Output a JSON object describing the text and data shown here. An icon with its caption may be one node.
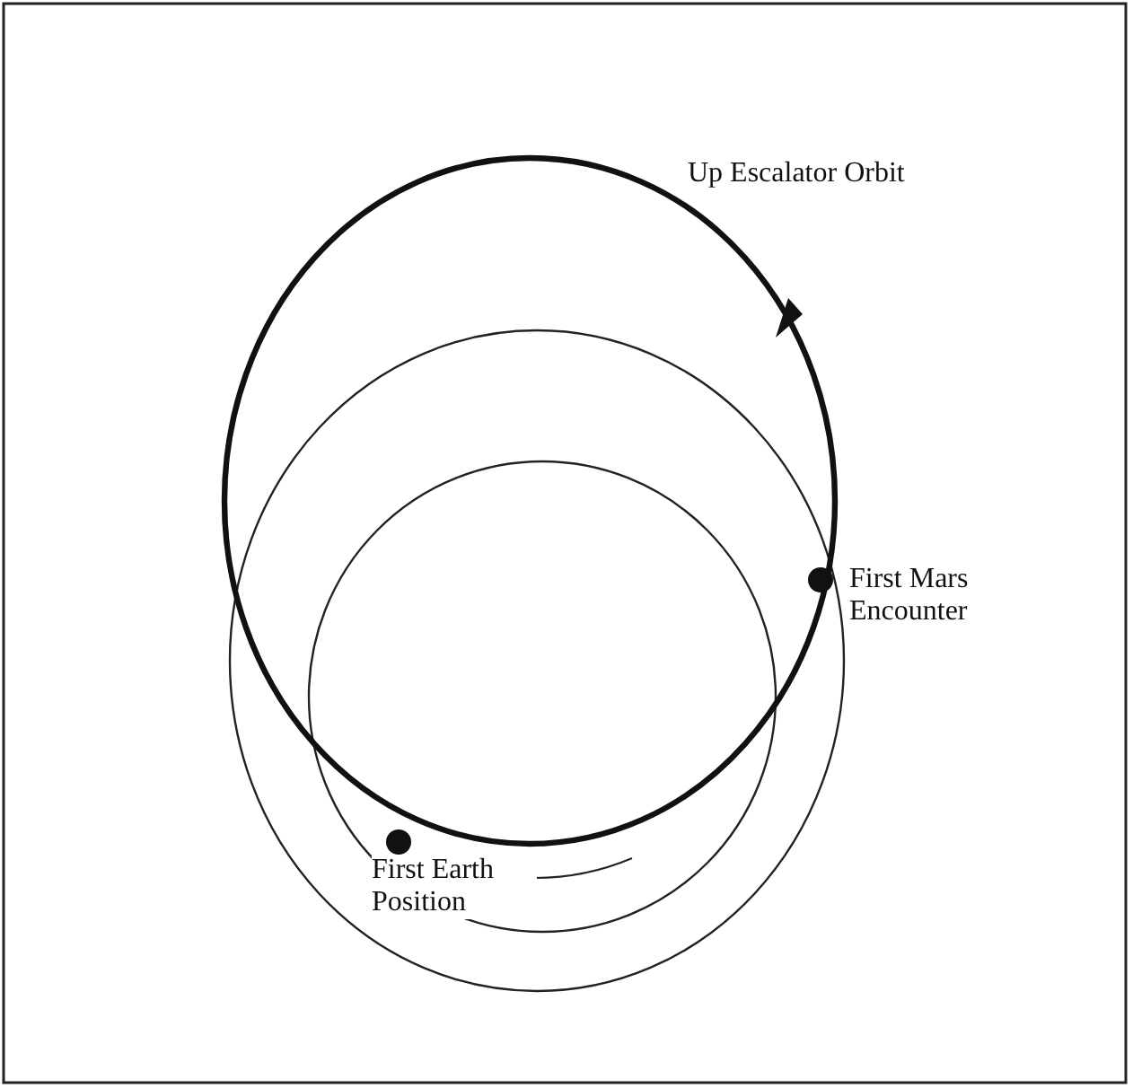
{
  "diagram": {
    "labels": [
      "Up Escalator Orbit",
      "First Mars Encounter",
      "First Earth Position"
    ]
  }
}
